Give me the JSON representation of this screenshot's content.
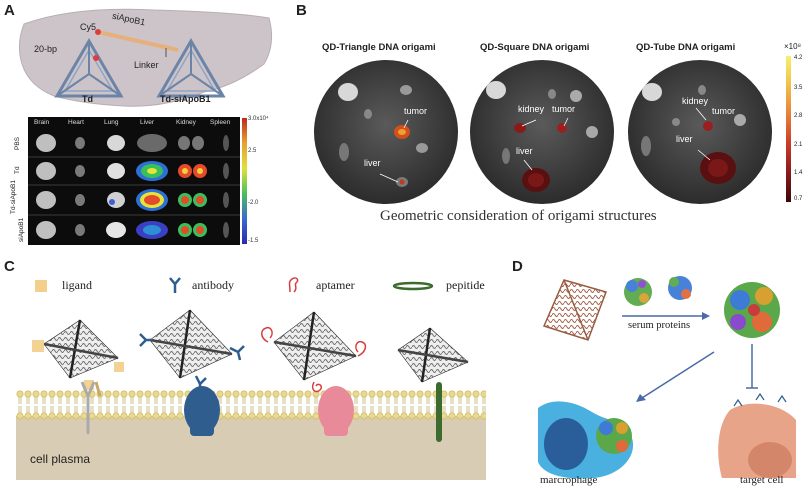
{
  "panels": {
    "a": {
      "letter": "A",
      "structures": {
        "left": "Td",
        "right": "Td-siApoB1"
      },
      "callouts": {
        "bp": "20-bp",
        "dye": "Cy5",
        "sirna": "siApoB1",
        "linker": "Linker"
      },
      "organs": [
        "Brain",
        "Heart",
        "Lung",
        "Liver",
        "Kidney",
        "Spleen"
      ],
      "rows": [
        "PBS",
        "Td",
        "Td-siApoB1",
        "siApoB1"
      ],
      "colorbar": {
        "top": "3.0x10⁴",
        "t1": "2.5",
        "t2": "-2.0",
        "bottom": "-1.5"
      }
    },
    "b": {
      "letter": "B",
      "titles": [
        "QD-Triangle DNA origami",
        "QD-Square DNA origami",
        "QD-Tube DNA origami"
      ],
      "labels": {
        "tumor": "tumor",
        "liver": "liver",
        "kidney": "kidney"
      },
      "caption": "Geometric consideration of origami structures",
      "scale": {
        "unit": "×10⁸",
        "ticks": [
          "4.2",
          "3.5",
          "2.8",
          "2.1",
          "1.4",
          "0.7"
        ]
      }
    },
    "c": {
      "letter": "C",
      "legend": [
        "ligand",
        "antibody",
        "aptamer",
        "pepitide"
      ],
      "membrane_label": "cell plasma"
    },
    "d": {
      "letter": "D",
      "serum": "serum proteins",
      "macrophage": "marcrophage",
      "target": "target cell"
    }
  },
  "colors": {
    "membrane_head": "#e9d98c",
    "cytoplasm": "#d8cdb4",
    "antibody": "#2f5e8e",
    "aptamer_red": "#d93c3c",
    "peptide_green": "#3d6b2e"
  }
}
